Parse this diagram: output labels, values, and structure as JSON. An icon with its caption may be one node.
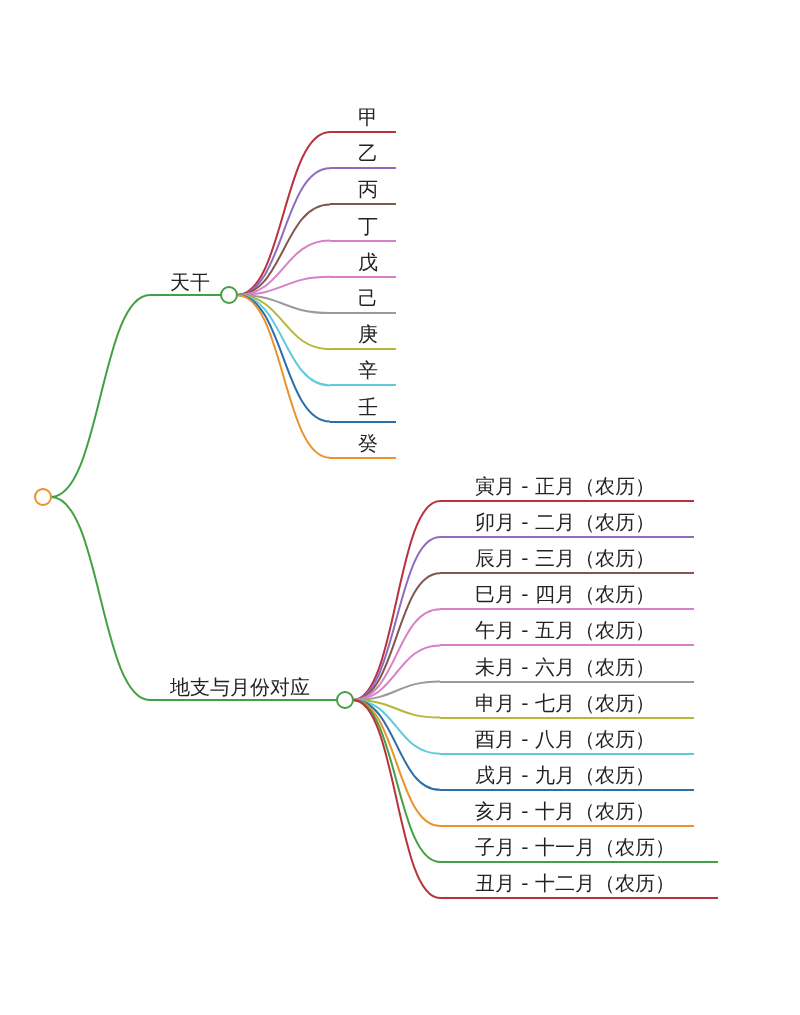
{
  "diagram": {
    "nodes": [
      {
        "text": [],
        "shape": "circle"
      },
      {
        "text": [
          "天干"
        ]
      },
      {
        "text": [
          "甲"
        ]
      },
      {
        "text": [
          "乙"
        ]
      },
      {
        "text": [
          "丙"
        ]
      },
      {
        "text": [
          "丁"
        ]
      },
      {
        "text": [
          "戊"
        ]
      },
      {
        "text": [
          "己"
        ]
      },
      {
        "text": [
          "庚"
        ]
      },
      {
        "text": [
          "辛"
        ]
      },
      {
        "text": [
          "壬"
        ]
      },
      {
        "text": [
          "癸"
        ]
      },
      {
        "text": [
          "地支与月份对应"
        ]
      },
      {
        "text": [
          "寅月 - 正月（农历）"
        ]
      },
      {
        "text": [
          "卯月 - 二月（农历）"
        ]
      },
      {
        "text": [
          "辰月 - 三月（农历）"
        ]
      },
      {
        "text": [
          "巳月 - 四月（农历）"
        ]
      },
      {
        "text": [
          "午月 - 五月（农历）"
        ]
      },
      {
        "text": [
          "未月 - 六月（农历）"
        ]
      },
      {
        "text": [
          "申月 - 七月（农历）"
        ]
      },
      {
        "text": [
          "酉月 - 八月（农历）"
        ]
      },
      {
        "text": [
          "戌月 - 九月（农历）"
        ]
      },
      {
        "text": [
          "亥月 - 十月（农历）"
        ]
      },
      {
        "text": [
          "子月 - 十一月（农历）"
        ]
      },
      {
        "text": [
          "丑月 - 十二月（农历）"
        ]
      }
    ],
    "edges": [
      {
        "from": 0,
        "to": 1,
        "arrow": "none",
        "color": "#43a043"
      },
      {
        "from": 1,
        "to": 2,
        "arrow": "none",
        "color": "#b8333d"
      },
      {
        "from": 1,
        "to": 3,
        "arrow": "none",
        "color": "#8f6cc0"
      },
      {
        "from": 1,
        "to": 4,
        "arrow": "none",
        "color": "#80584d"
      },
      {
        "from": 1,
        "to": 5,
        "arrow": "none",
        "color": "#d880c6"
      },
      {
        "from": 1,
        "to": 6,
        "arrow": "none",
        "color": "#d880c6"
      },
      {
        "from": 1,
        "to": 7,
        "arrow": "none",
        "color": "#9a9a9a"
      },
      {
        "from": 1,
        "to": 8,
        "arrow": "none",
        "color": "#b4b83a"
      },
      {
        "from": 1,
        "to": 9,
        "arrow": "none",
        "color": "#5fcad8"
      },
      {
        "from": 1,
        "to": 10,
        "arrow": "none",
        "color": "#2b6ea8"
      },
      {
        "from": 1,
        "to": 11,
        "arrow": "none",
        "color": "#ea922c"
      },
      {
        "from": 0,
        "to": 12,
        "arrow": "none",
        "color": "#43a043"
      },
      {
        "from": 12,
        "to": 13,
        "arrow": "none",
        "color": "#b8333d"
      },
      {
        "from": 12,
        "to": 14,
        "arrow": "none",
        "color": "#8f6cc0"
      },
      {
        "from": 12,
        "to": 15,
        "arrow": "none",
        "color": "#80584d"
      },
      {
        "from": 12,
        "to": 16,
        "arrow": "none",
        "color": "#d880c6"
      },
      {
        "from": 12,
        "to": 17,
        "arrow": "none",
        "color": "#d880c6"
      },
      {
        "from": 12,
        "to": 18,
        "arrow": "none",
        "color": "#9a9a9a"
      },
      {
        "from": 12,
        "to": 19,
        "arrow": "none",
        "color": "#b4b83a"
      },
      {
        "from": 12,
        "to": 20,
        "arrow": "none",
        "color": "#5fcad8"
      },
      {
        "from": 12,
        "to": 21,
        "arrow": "none",
        "color": "#2b6ea8"
      },
      {
        "from": 12,
        "to": 22,
        "arrow": "none",
        "color": "#ea922c"
      },
      {
        "from": 12,
        "to": 23,
        "arrow": "none",
        "color": "#43a043"
      },
      {
        "from": 12,
        "to": 24,
        "arrow": "none",
        "color": "#b8333d"
      }
    ]
  }
}
